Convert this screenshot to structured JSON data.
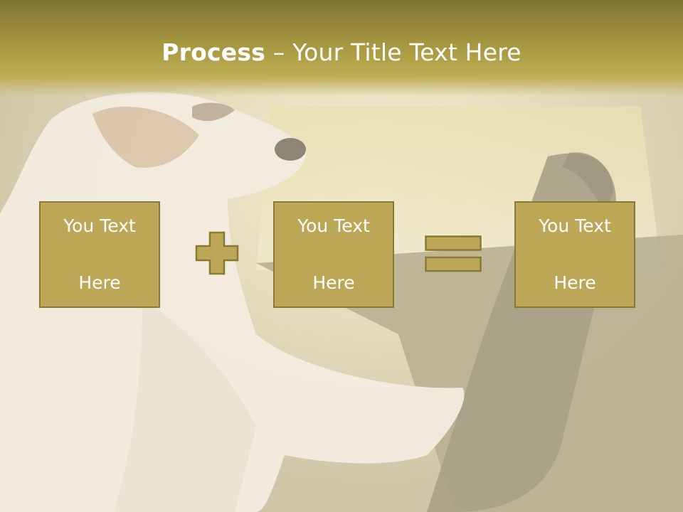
{
  "slide": {
    "title_bold": "Process",
    "title_rest": " – Your Title Text Here"
  },
  "boxes": [
    {
      "line1": "You Text",
      "line2": "Here"
    },
    {
      "line1": "You Text",
      "line2": "Here"
    },
    {
      "line1": "You Text",
      "line2": "Here"
    }
  ],
  "operators": [
    "plus-icon",
    "equals-icon"
  ],
  "colors": {
    "title_bar": "#a5963e",
    "box_fill": "#bca757",
    "box_border": "#887a34",
    "text": "#ffffff"
  }
}
